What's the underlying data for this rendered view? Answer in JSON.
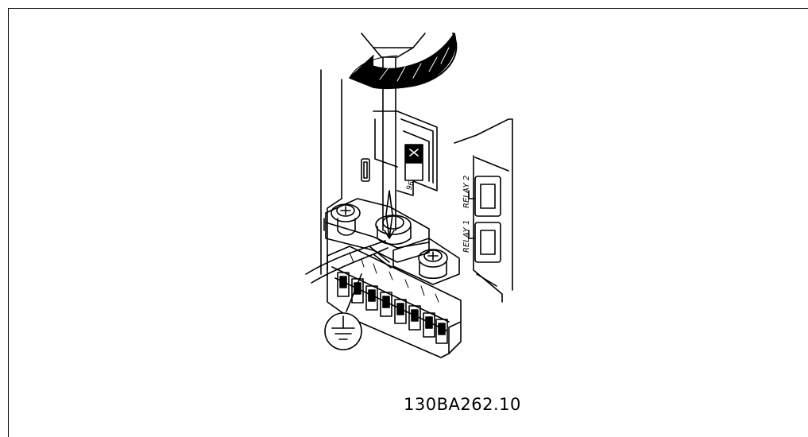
{
  "figure": {
    "id": "130BA262.10",
    "relay_labels": [
      "RELAY 1",
      "RELAY 2"
    ]
  },
  "colors": {
    "line": "#000000",
    "background": "#ffffff"
  }
}
